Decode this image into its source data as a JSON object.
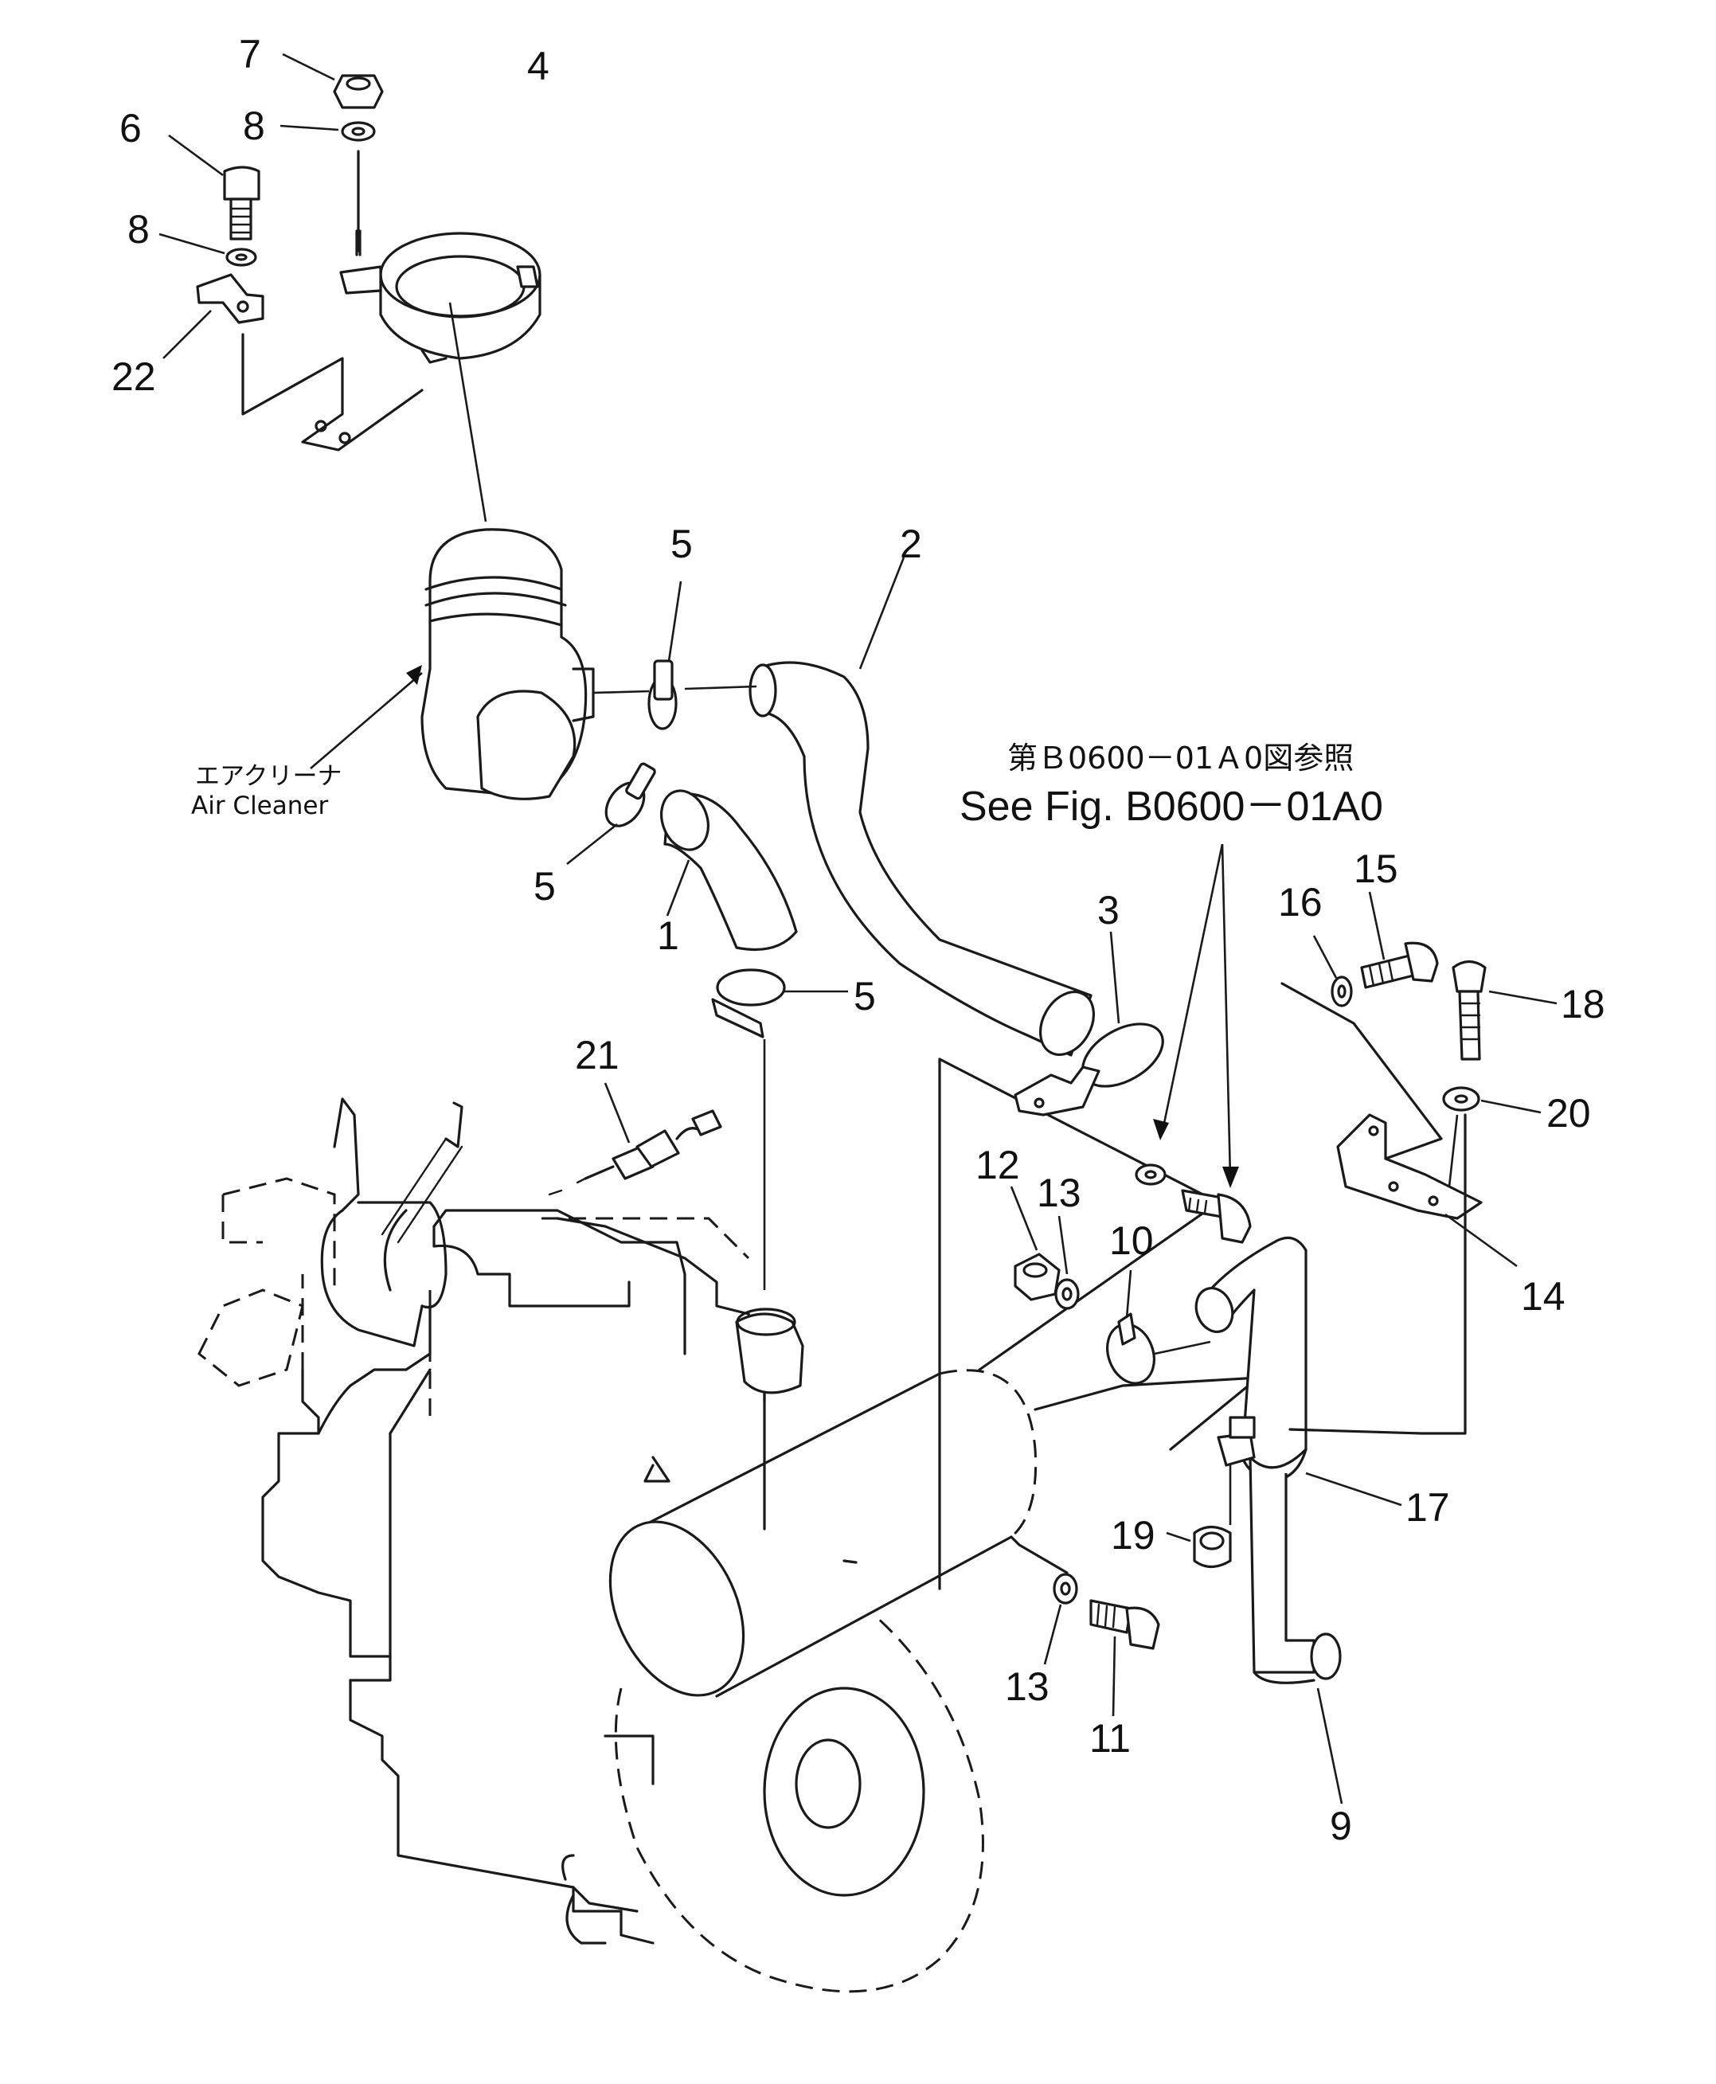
{
  "callouts": {
    "c1": "1",
    "c2": "2",
    "c3": "3",
    "c4": "4",
    "c5a": "5",
    "c5b": "5",
    "c5c": "5",
    "c6": "6",
    "c7": "7",
    "c8a": "8",
    "c8b": "8",
    "c9": "9",
    "c10": "10",
    "c11": "11",
    "c12": "12",
    "c13a": "13",
    "c13b": "13",
    "c14": "14",
    "c15": "15",
    "c16": "16",
    "c17": "17",
    "c18": "18",
    "c19": "19",
    "c20": "20",
    "c21": "21",
    "c22": "22"
  },
  "air_cleaner": {
    "label_jp": "エアクリーナ",
    "label_en": "Air Cleaner"
  },
  "reference": {
    "label_jp": "第Ｂ0600－01Ａ0図参照",
    "label_en": "See Fig. B0600－01A0"
  }
}
